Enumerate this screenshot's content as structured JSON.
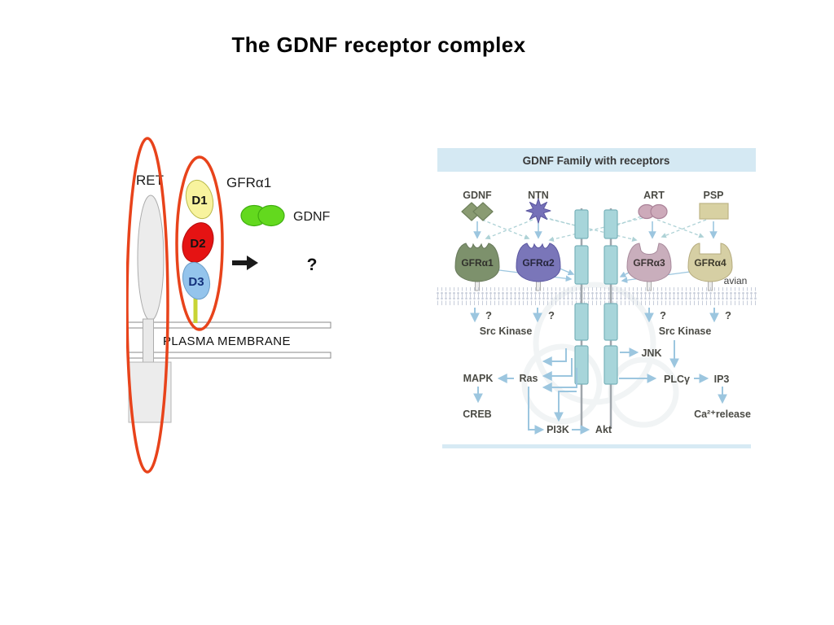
{
  "slide": {
    "title": "The GDNF receptor complex"
  },
  "left_figure": {
    "ret_label": "RET",
    "gfra1_label": "GFRα1",
    "domains": [
      "D1",
      "D2",
      "D3"
    ],
    "gdnf_label": "GDNF",
    "question_mark": "?",
    "membrane_label": "PLASMA MEMBRANE",
    "colors": {
      "highlight": "#e8431b",
      "receptor_fill": "#ececec",
      "d1": "#f8f39e",
      "d2": "#e51313",
      "d3": "#94c4ec",
      "gdnf": "#63d91e"
    }
  },
  "right_figure": {
    "header": "GDNF Family with receptors",
    "ligands": [
      {
        "label": "GDNF",
        "color": "#8a9b72"
      },
      {
        "label": "NTN",
        "color": "#7570b8"
      },
      {
        "label": "ART",
        "color": "#cdaaba"
      },
      {
        "label": "PSP",
        "color": "#d8d1a2"
      }
    ],
    "receptors": [
      {
        "label": "GFRα1",
        "color": "#7d916c"
      },
      {
        "label": "GFRα2",
        "color": "#7a76b9"
      },
      {
        "label": "GFRα3",
        "color": "#c9aebc"
      },
      {
        "label": "GFRα4",
        "color": "#d6cfa4",
        "note": "avian"
      }
    ],
    "question_mark": "?",
    "signaling": {
      "src_kinase": "Src Kinase",
      "jnk": "JNK",
      "mapk": "MAPK",
      "ras": "Ras",
      "creb": "CREB",
      "pi3k": "PI3K",
      "akt": "Akt",
      "plc_gamma": "PLCγ",
      "ip3": "IP3",
      "ca_release": "Ca²⁺release"
    },
    "colors": {
      "header_bg": "#d5e9f3",
      "arrow": "#9cc6df",
      "column": "#a7d5da",
      "bottom_bar": "#d7eaf4"
    }
  }
}
